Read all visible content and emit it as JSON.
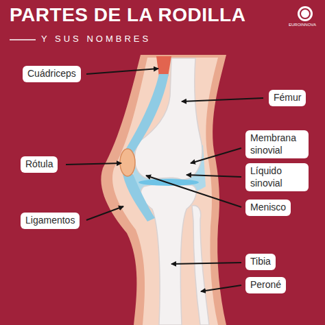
{
  "diagram": {
    "title": "PARTES DE LA RODILLA",
    "nodes": [
      {
        "text": [
          "Cuádriceps"
        ]
      },
      {
        "text": [
          "Fémur"
        ]
      },
      {
        "text": [
          "Membrana sinovial"
        ]
      },
      {
        "text": [
          "Rótula"
        ]
      },
      {
        "text": [
          "Líquido sinovial"
        ]
      },
      {
        "text": [
          "Menisco"
        ]
      },
      {
        "text": [
          "Ligamentos"
        ]
      },
      {
        "text": [
          "Tibia"
        ]
      },
      {
        "text": [
          "Peroné"
        ]
      }
    ],
    "labels": [
      "Y SUS NOMBRES",
      "EUROINNOVA"
    ]
  }
}
